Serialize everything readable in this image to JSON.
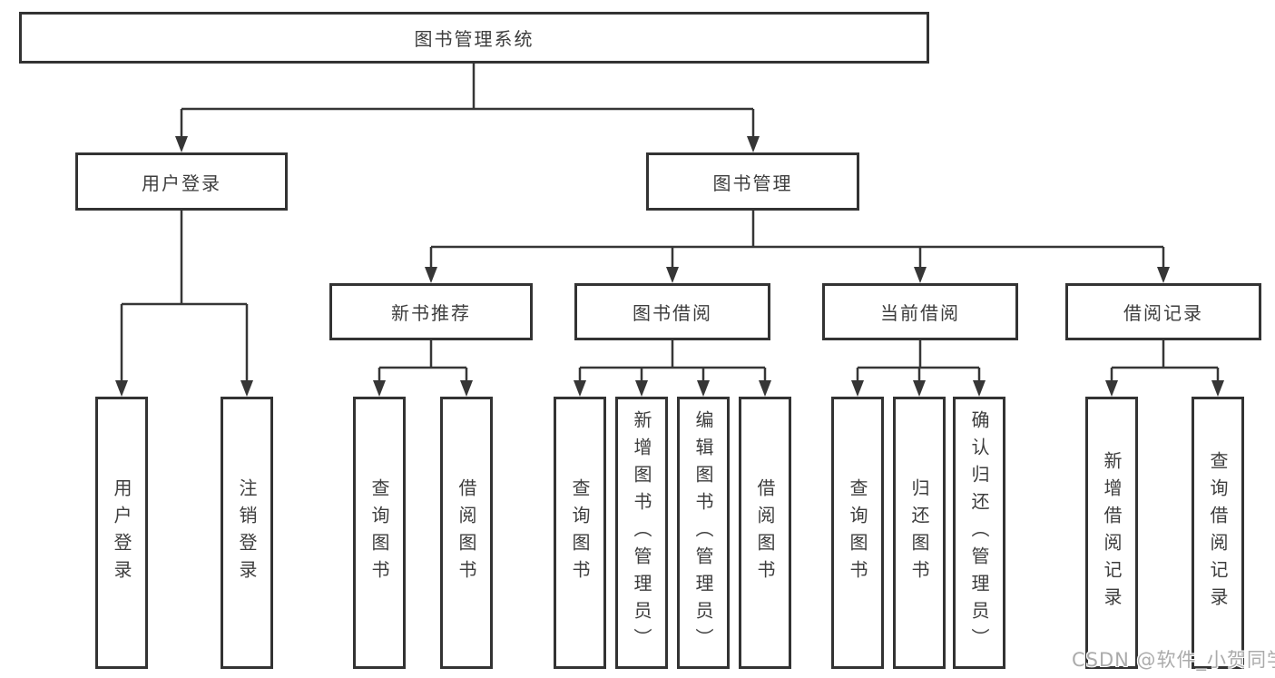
{
  "tree": {
    "label": "图书管理系统",
    "children": [
      {
        "label": "用户登录",
        "children": [
          {
            "label": "用户登录"
          },
          {
            "label": "注销登录"
          }
        ]
      },
      {
        "label": "图书管理",
        "children": [
          {
            "label": "新书推荐",
            "children": [
              {
                "label": "查询图书"
              },
              {
                "label": "借阅图书"
              }
            ]
          },
          {
            "label": "图书借阅",
            "children": [
              {
                "label": "查询图书"
              },
              {
                "label": "新增图书（管理员）"
              },
              {
                "label": "编辑图书（管理员）"
              },
              {
                "label": "借阅图书"
              }
            ]
          },
          {
            "label": "当前借阅",
            "children": [
              {
                "label": "查询图书"
              },
              {
                "label": "归还图书"
              },
              {
                "label": "确认归还（管理员）"
              }
            ]
          },
          {
            "label": "借阅记录",
            "children": [
              {
                "label": "新增借阅记录"
              },
              {
                "label": "查询借阅记录"
              }
            ]
          }
        ]
      }
    ]
  },
  "watermark": {
    "text": "CSDN @软件_小贺同学"
  },
  "colors": {
    "line": "#363636",
    "box_border": "#333333",
    "text": "#3d3d3d",
    "watermark": "#ababab",
    "background": "#ffffff"
  }
}
